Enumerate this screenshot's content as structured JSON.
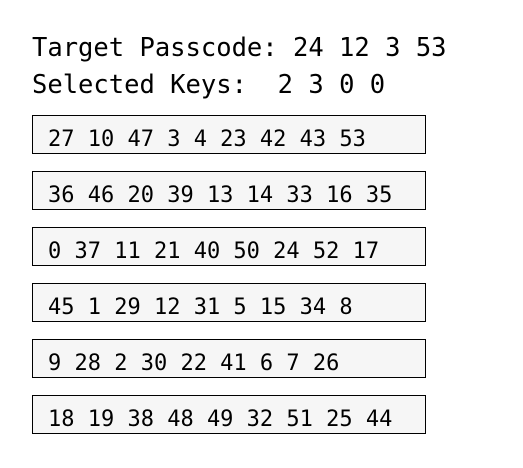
{
  "header": {
    "target_label": "Target Passcode:",
    "target_value": "24 12 3 53",
    "selected_label": "Selected Keys:",
    "selected_value": "2 3 0 0"
  },
  "rows": [
    {
      "keys": "27 10 47 3 4 23 42 43 53"
    },
    {
      "keys": "36 46 20 39 13 14 33 16 35"
    },
    {
      "keys": "0 37 11 21 40 50 24 52 17"
    },
    {
      "keys": "45 1 29 12 31 5 15 34 8"
    },
    {
      "keys": "9 28 2 30 22 41 6 7 26"
    },
    {
      "keys": "18 19 38 48 49 32 51 25 44"
    }
  ]
}
